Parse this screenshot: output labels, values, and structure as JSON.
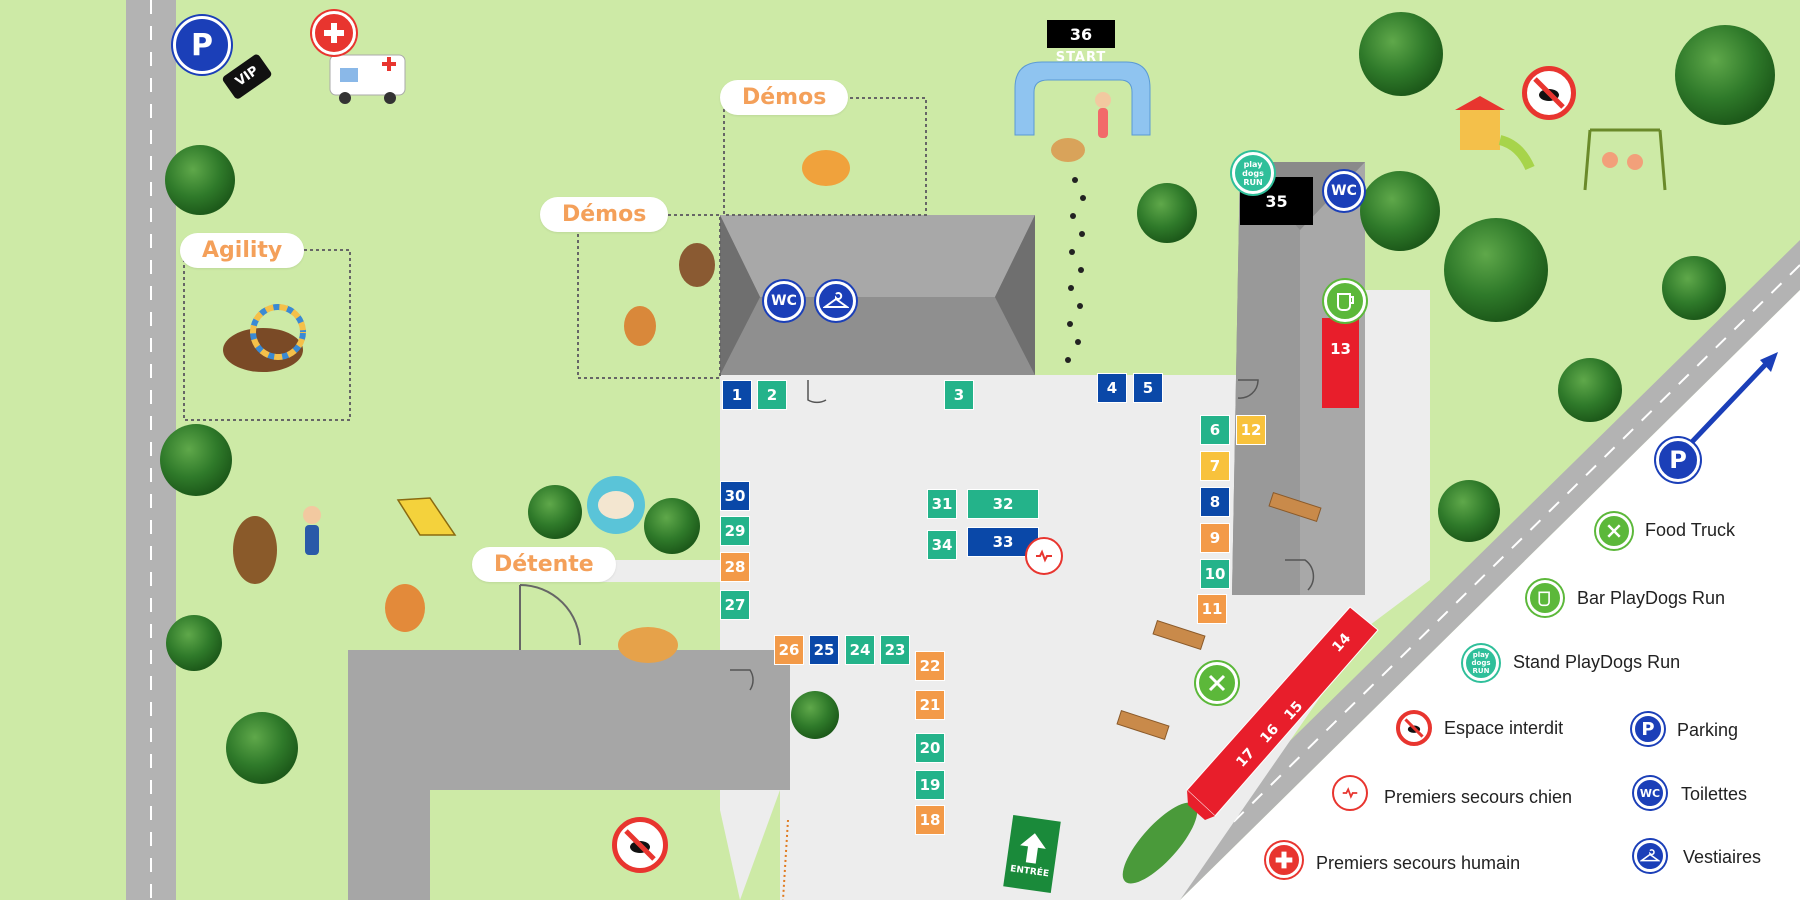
{
  "colors": {
    "teal": "#24b38a",
    "navy": "#0a48a8",
    "orange": "#f39a48",
    "yellow": "#f8c23c",
    "red": "#e81e2b",
    "grass": "#cdeaa6",
    "road": "#b3b3b3",
    "building": "#9e9e9e",
    "pavement": "#ededed"
  },
  "areas": {
    "demos_top": "Démos",
    "demos_left": "Démos",
    "agility": "Agility",
    "detente": "Détente"
  },
  "arch": {
    "number": "36",
    "start": "START"
  },
  "bar_stand_number": "35",
  "entrance": "ENTRÉE",
  "stands": [
    {
      "n": "1",
      "c": "navy"
    },
    {
      "n": "2",
      "c": "teal"
    },
    {
      "n": "3",
      "c": "teal"
    },
    {
      "n": "4",
      "c": "navy"
    },
    {
      "n": "5",
      "c": "navy"
    },
    {
      "n": "6",
      "c": "teal"
    },
    {
      "n": "7",
      "c": "yellow"
    },
    {
      "n": "8",
      "c": "navy"
    },
    {
      "n": "9",
      "c": "orange"
    },
    {
      "n": "10",
      "c": "teal"
    },
    {
      "n": "11",
      "c": "orange"
    },
    {
      "n": "12",
      "c": "yellow"
    },
    {
      "n": "13",
      "c": "red"
    },
    {
      "n": "18",
      "c": "orange"
    },
    {
      "n": "19",
      "c": "teal"
    },
    {
      "n": "20",
      "c": "teal"
    },
    {
      "n": "21",
      "c": "orange"
    },
    {
      "n": "22",
      "c": "orange"
    },
    {
      "n": "23",
      "c": "teal"
    },
    {
      "n": "24",
      "c": "teal"
    },
    {
      "n": "25",
      "c": "navy"
    },
    {
      "n": "26",
      "c": "orange"
    },
    {
      "n": "27",
      "c": "teal"
    },
    {
      "n": "28",
      "c": "orange"
    },
    {
      "n": "29",
      "c": "teal"
    },
    {
      "n": "30",
      "c": "navy"
    },
    {
      "n": "31",
      "c": "teal"
    },
    {
      "n": "32",
      "c": "teal"
    },
    {
      "n": "33",
      "c": "navy"
    },
    {
      "n": "34",
      "c": "teal"
    }
  ],
  "red_strip": [
    "14",
    "15",
    "16",
    "17"
  ],
  "icons": {
    "wc": "WC",
    "parking": "P",
    "vip": "VIP",
    "playdogs": "play dogs RUN"
  },
  "legend": {
    "food_truck": "Food Truck",
    "bar": "Bar PlayDogs Run",
    "stand": "Stand PlayDogs Run",
    "forbidden": "Espace interdit",
    "parking": "Parking",
    "dog_first_aid": "Premiers secours chien",
    "toilets": "Toilettes",
    "human_first_aid": "Premiers secours humain",
    "cloakroom": "Vestiaires"
  }
}
